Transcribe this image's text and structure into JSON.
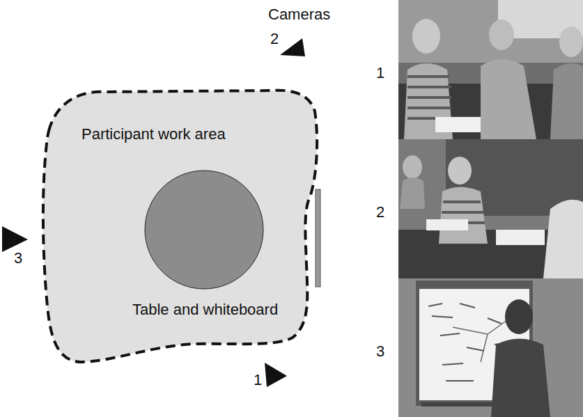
{
  "diagram": {
    "nodes": [
      {
        "text": [
          "Participant work area"
        ]
      }
    ],
    "labels": [
      "Cameras",
      "2",
      "3",
      "1",
      "Table and whiteboard",
      "1",
      "2",
      "3"
    ]
  }
}
